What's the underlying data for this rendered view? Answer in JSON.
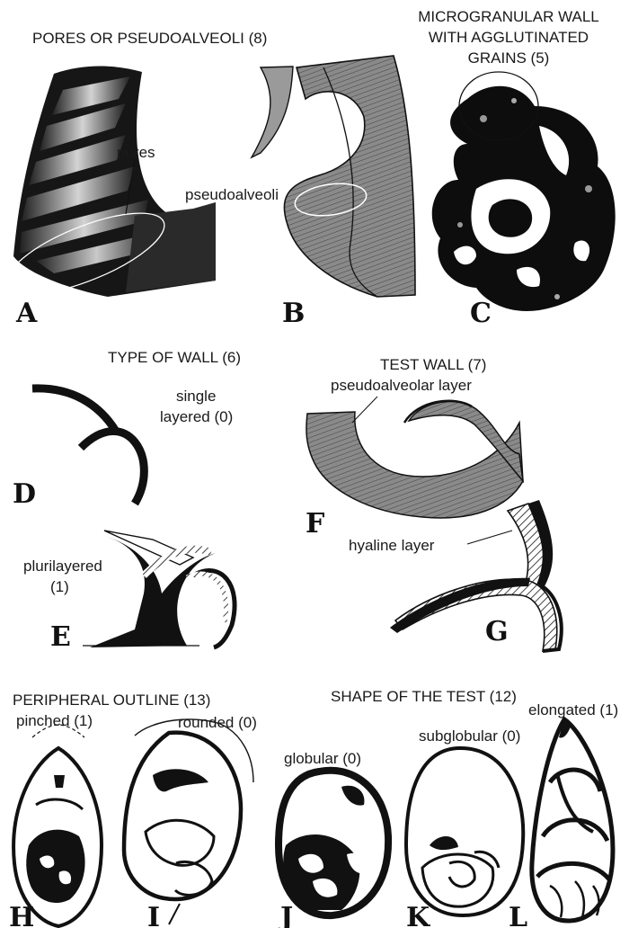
{
  "headings": {
    "pores": "PORES OR PSEUDOALVEOLI (8)",
    "micro_1": "MICROGRANULAR WALL",
    "micro_2": "WITH AGGLUTINATED",
    "micro_3": "GRAINS (5)",
    "type_of_wall": "TYPE OF WALL (6)",
    "test_wall": "TEST WALL (7)",
    "peripheral": "PERIPHERAL OUTLINE (13)",
    "shape": "SHAPE OF THE TEST (12)"
  },
  "labels": {
    "pores": "pores",
    "pseudoalveoli": "pseudoalveoli",
    "single_1": "single",
    "single_2": "layered (0)",
    "plurilayered_1": "plurilayered",
    "plurilayered_2": "(1)",
    "pseudoalveolar_layer": "pseudoalveolar layer",
    "hyaline_layer": "hyaline layer",
    "pinched": "pinched (1)",
    "rounded": "rounded (0)",
    "globular": "globular (0)",
    "subglobular": "subglobular (0)",
    "elongated": "elongated (1)"
  },
  "panels": [
    "A",
    "B",
    "C",
    "D",
    "E",
    "F",
    "G",
    "H",
    "I",
    "J",
    "K",
    "L"
  ]
}
